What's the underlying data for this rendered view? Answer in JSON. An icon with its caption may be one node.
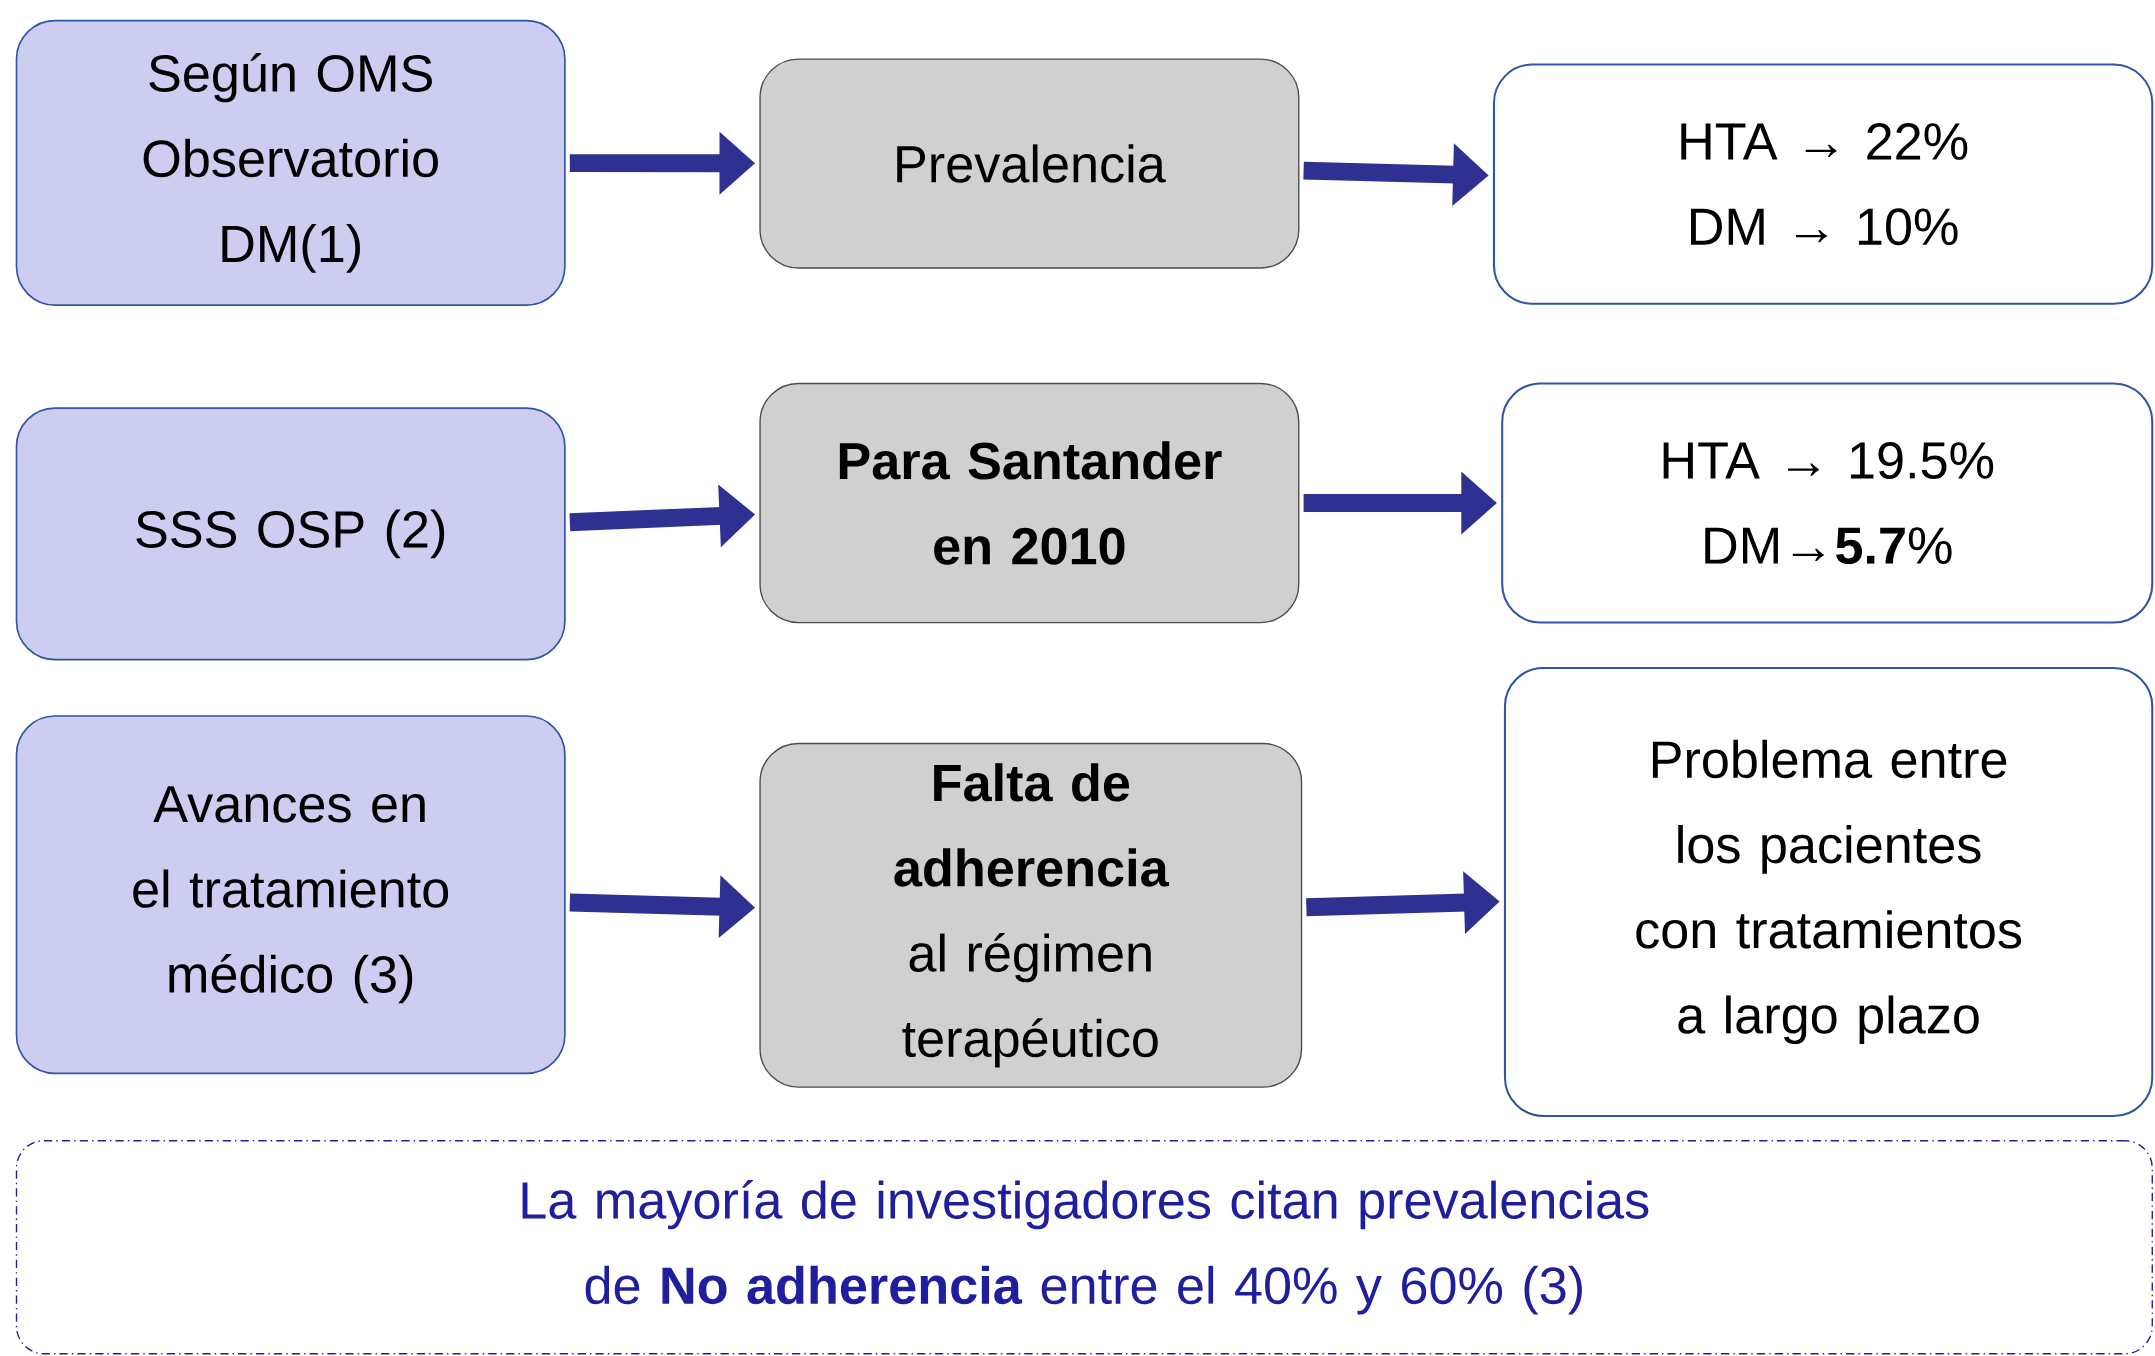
{
  "diagram": {
    "nodes": [
      {
        "text": [
          "Según OMS Observatorio DM(1)"
        ]
      },
      {
        "text": [
          "Prevalencia"
        ]
      },
      {
        "text": [
          "HTA → 22%",
          "DM → 10%"
        ]
      },
      {
        "text": [
          "SSS OSP (2)"
        ]
      },
      {
        "text": [
          "Para Santander en 2010"
        ]
      },
      {
        "text": [
          "HTA → 19.5%",
          "DM→**5.7**%"
        ]
      },
      {
        "text": [
          "Avances en el tratamiento médico (3)"
        ]
      },
      {
        "text": [
          "**Falta de adherencia** al régimen terapéutico"
        ]
      },
      {
        "text": [
          "Problema entre los pacientes con tratamientos a largo plazo"
        ]
      },
      {
        "text": [
          "La mayoría de investigadores citan prevalencias de **No adherencia** entre el 40% y 60% (3)"
        ]
      }
    ],
    "edges": [
      {
        "from": 0,
        "to": 1,
        "arrow": "to"
      },
      {
        "from": 1,
        "to": 2,
        "arrow": "to"
      },
      {
        "from": 3,
        "to": 4,
        "arrow": "to"
      },
      {
        "from": 4,
        "to": 5,
        "arrow": "to"
      },
      {
        "from": 6,
        "to": 7,
        "arrow": "to"
      },
      {
        "from": 7,
        "to": 8,
        "arrow": "to"
      }
    ]
  }
}
